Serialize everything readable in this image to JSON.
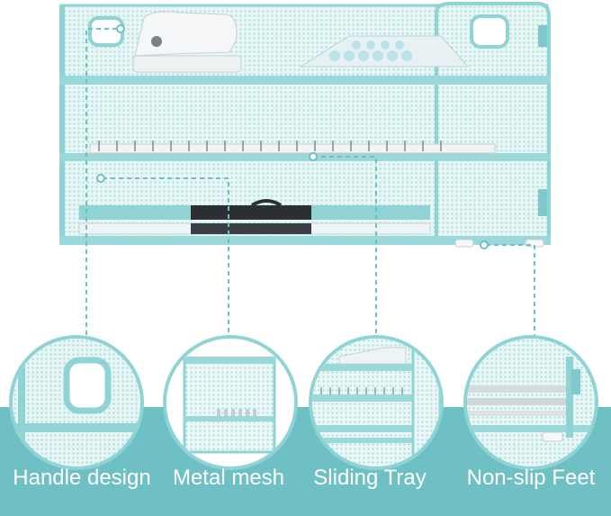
{
  "accent_color": "#6fc0c4",
  "frame_color": "#8fd3d5",
  "features": [
    {
      "label": "Handle design",
      "icon": "handle-detail"
    },
    {
      "label": "Metal mesh",
      "icon": "mesh-detail"
    },
    {
      "label": "Sliding Tray",
      "icon": "tray-detail"
    },
    {
      "label": "Non-slip Feet",
      "icon": "feet-detail"
    }
  ]
}
